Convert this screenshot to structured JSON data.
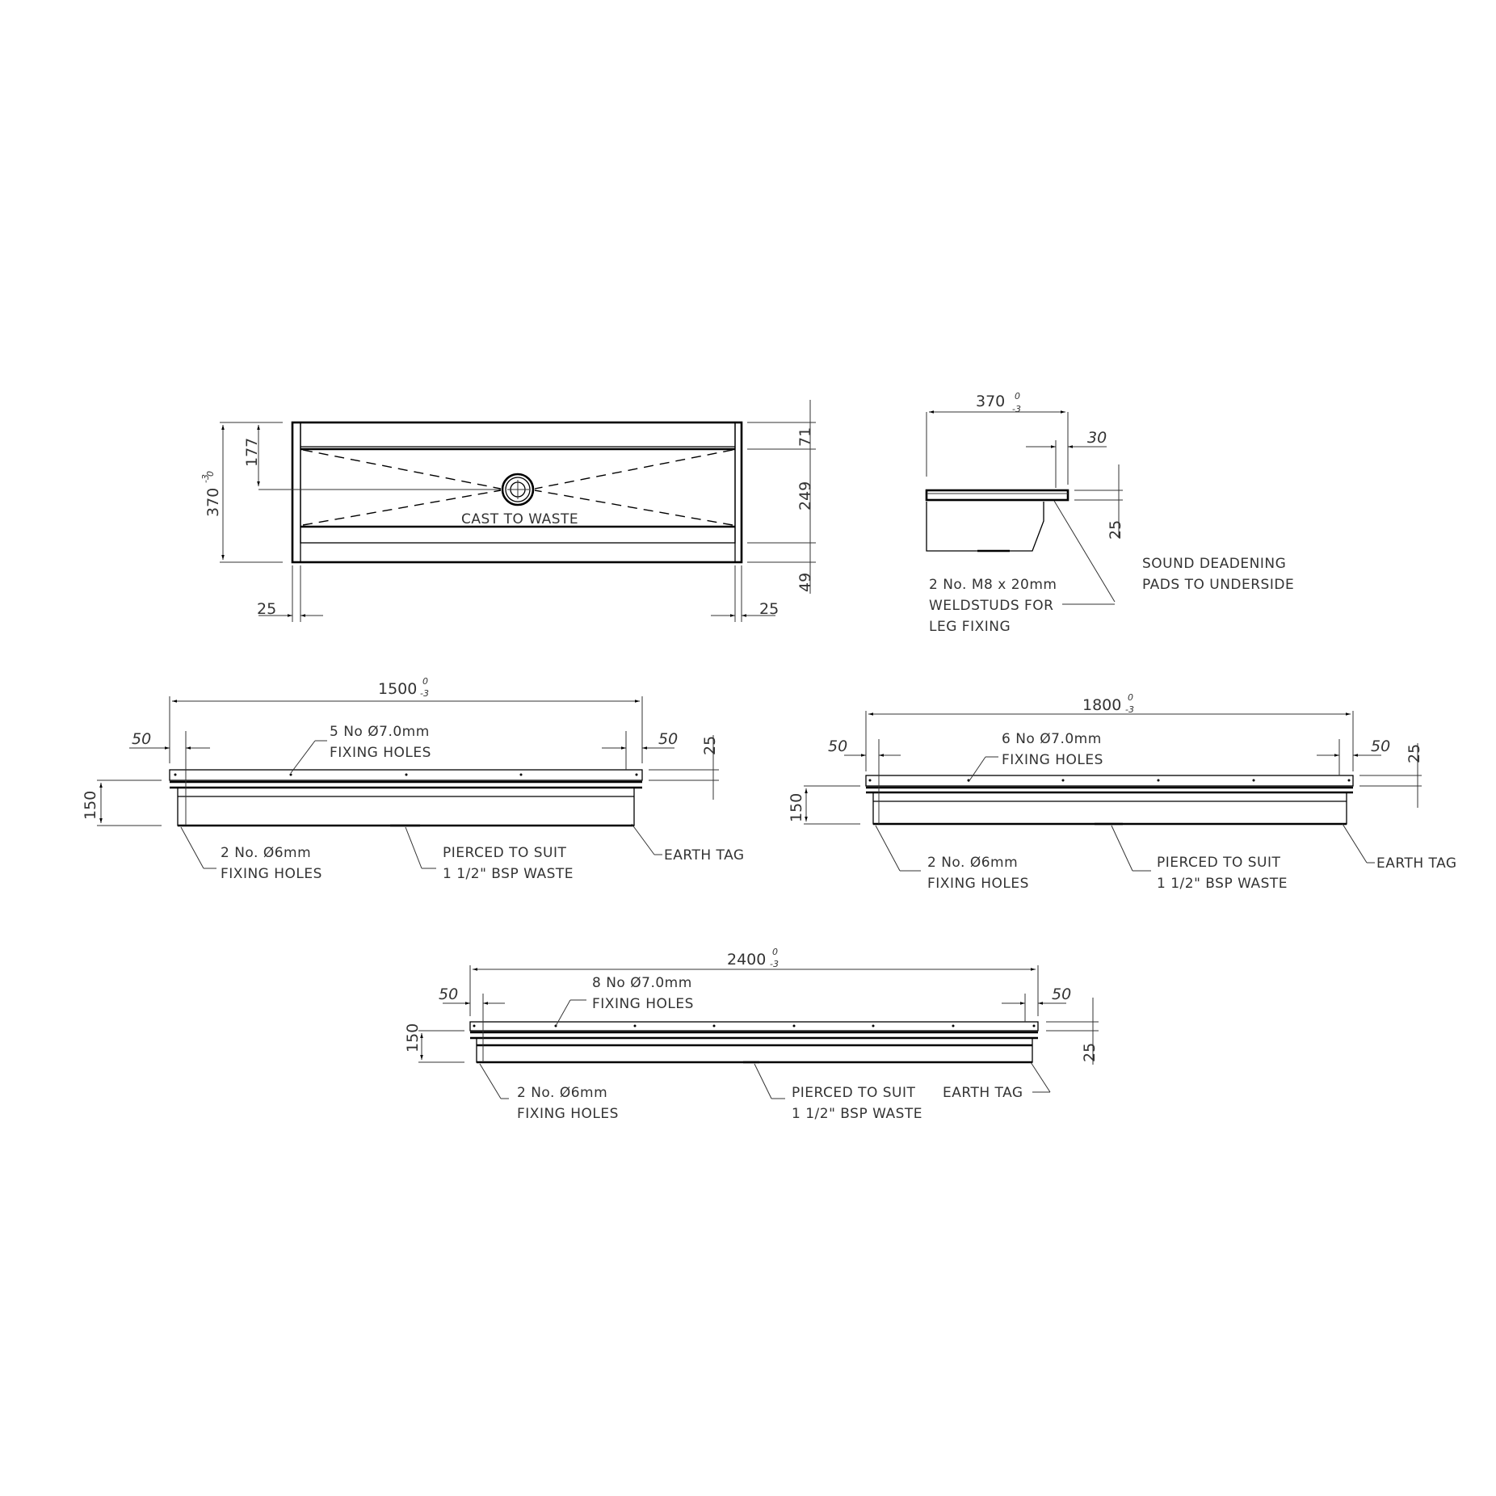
{
  "drawing": {
    "title": "Trough sink technical drawing",
    "plan_view": {
      "overall_depth": "370",
      "tolerance_upper": "0",
      "tolerance_lower": "-3",
      "waste_offset": "177",
      "back_upstand": "71",
      "bowl_depth": "249",
      "front_lip": "49",
      "left_return": "25",
      "right_return": "25",
      "waste_label": "CAST TO WASTE"
    },
    "side_view": {
      "overall_depth": "370",
      "tolerance_upper": "0",
      "tolerance_lower": "-3",
      "stud_offset": "30",
      "rim_height": "25",
      "weldstud_note": [
        "2 No. M8 x 20mm",
        "WELDSTUDS FOR",
        "LEG FIXING"
      ],
      "pads_note": [
        "SOUND DEADENING",
        "PADS TO UNDERSIDE"
      ]
    },
    "elevations": [
      {
        "length": "1500",
        "tolerance_upper": "0",
        "tolerance_lower": "-3",
        "end_offset_left": "50",
        "end_offset_right": "50",
        "rim": "25",
        "height": "150",
        "fixing_holes_top": [
          "5 No Ø7.0mm",
          "FIXING HOLES"
        ],
        "fixing_holes_end": [
          "2 No. Ø6mm",
          "FIXING HOLES"
        ],
        "waste_note": [
          "PIERCED TO SUIT",
          "1 1/2\" BSP WASTE"
        ],
        "earth_tag": "EARTH TAG"
      },
      {
        "length": "1800",
        "tolerance_upper": "0",
        "tolerance_lower": "-3",
        "end_offset_left": "50",
        "end_offset_right": "50",
        "rim": "25",
        "height": "150",
        "fixing_holes_top": [
          "6 No Ø7.0mm",
          "FIXING HOLES"
        ],
        "fixing_holes_end": [
          "2 No. Ø6mm",
          "FIXING HOLES"
        ],
        "waste_note": [
          "PIERCED TO SUIT",
          "1 1/2\" BSP WASTE"
        ],
        "earth_tag": "EARTH TAG"
      },
      {
        "length": "2400",
        "tolerance_upper": "0",
        "tolerance_lower": "-3",
        "end_offset_left": "50",
        "end_offset_right": "50",
        "rim": "25",
        "height": "150",
        "fixing_holes_top": [
          "8 No Ø7.0mm",
          "FIXING HOLES"
        ],
        "fixing_holes_end": [
          "2 No. Ø6mm",
          "FIXING HOLES"
        ],
        "waste_note": [
          "PIERCED TO SUIT",
          "1 1/2\" BSP WASTE"
        ],
        "earth_tag": "EARTH TAG"
      }
    ]
  }
}
